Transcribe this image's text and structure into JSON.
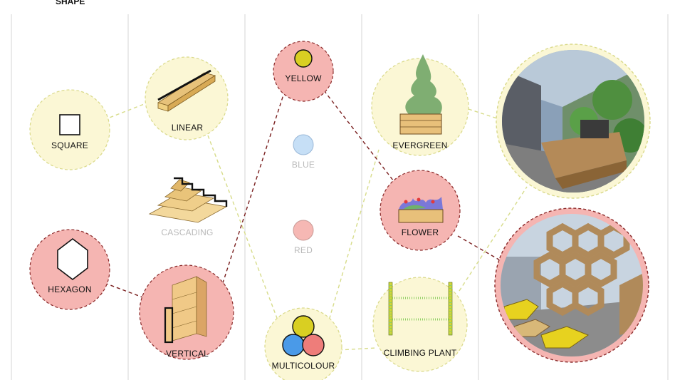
{
  "header": {
    "section_label": "SHAPE"
  },
  "columns": {
    "shape": {
      "items": [
        "SQUARE",
        "HEXAGON"
      ]
    },
    "arrangement": {
      "items": [
        "LINEAR",
        "CASCADING",
        "VERTICAL"
      ]
    },
    "colour": {
      "items": [
        "YELLOW",
        "BLUE",
        "RED",
        "MULTICOLOUR"
      ]
    },
    "plant": {
      "items": [
        "EVERGREEN",
        "FLOWER",
        "CLIMBING PLANT"
      ]
    }
  },
  "colors": {
    "yellow_fill": "#fbf7d5",
    "yellow_stroke": "#d9d98a",
    "pink_fill": "#f5b5b2",
    "pink_stroke": "#8a2a2a",
    "link_yellow": "#d7dc8a",
    "link_red": "#7a1f1f",
    "column_rule": "#d6d6d6"
  }
}
